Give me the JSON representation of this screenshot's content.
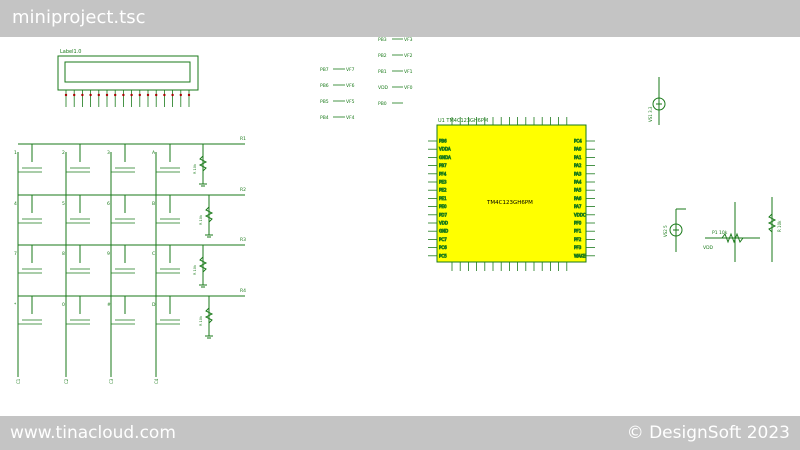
{
  "window": {
    "title": "miniproject.tsc"
  },
  "footer": {
    "website": "www.tinacloud.com",
    "copyright": "© DesignSoft 2023"
  },
  "lcd": {
    "label": "Label1.0"
  },
  "mcu": {
    "ref": "U1 TM4C123GH6PM",
    "name": "TM4C123GH6PM",
    "left_pins": [
      "PB6",
      "VDDA",
      "GNDA",
      "PB7",
      "PF4",
      "PE3",
      "PE2",
      "PE1",
      "PE0",
      "PD7",
      "VDD",
      "GND",
      "PC7",
      "PC6",
      "PC5"
    ],
    "right_pins": [
      "PC4",
      "PA0",
      "PA1",
      "PA2",
      "PA3",
      "PA4",
      "PA5",
      "PA6",
      "PA7",
      "VDDC",
      "PF0",
      "PF1",
      "PF2",
      "PF3",
      "WAKE"
    ]
  },
  "keypad": {
    "keys": [
      "1",
      "2",
      "3",
      "A",
      "4",
      "5",
      "6",
      "B",
      "7",
      "8",
      "9",
      "C",
      "*",
      "0",
      "#",
      "D"
    ],
    "rows": [
      "R1",
      "R2",
      "R3",
      "R4"
    ],
    "columns": [
      "C1",
      "C2",
      "C3",
      "C4"
    ],
    "pulldown": "R 10k"
  },
  "net_labels": {
    "left": [
      "PB7",
      "PB6",
      "PB5",
      "PB4"
    ],
    "left_vf": [
      "VF7",
      "VF6",
      "VF5",
      "VF4"
    ],
    "right": [
      "PB3",
      "PB2",
      "PB1",
      "VDD",
      "PB0"
    ],
    "right_vf": [
      "VF3",
      "VF2",
      "VF1",
      "VF0",
      ""
    ]
  },
  "sources": {
    "vs1": "VS1 3.3",
    "vs2": "VS2 5",
    "pot": "P1 10k",
    "r": "R 10k",
    "vdd": "VDD"
  }
}
